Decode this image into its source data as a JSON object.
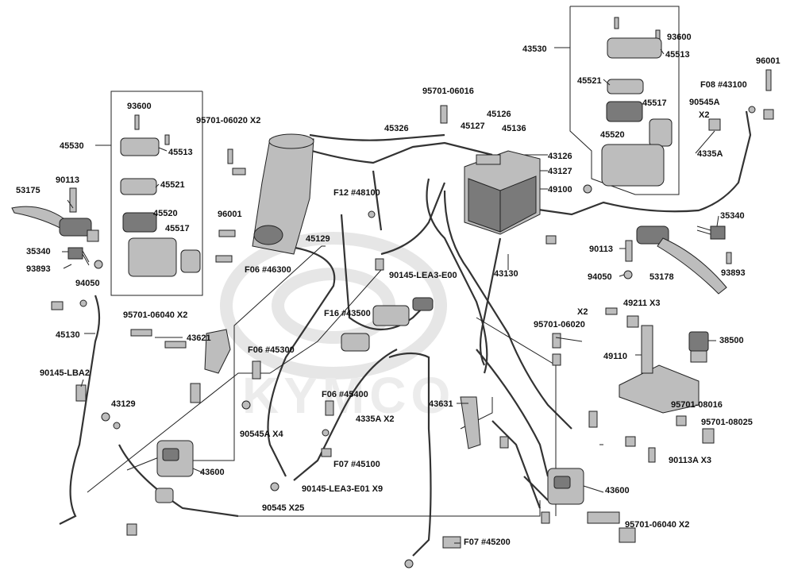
{
  "watermark": "KYMCO",
  "callouts": [
    {
      "id": "43530",
      "text": "43530"
    },
    {
      "id": "93600-r",
      "text": "93600"
    },
    {
      "id": "45513-r",
      "text": "45513"
    },
    {
      "id": "45521-r",
      "text": "45521"
    },
    {
      "id": "45517-r",
      "text": "45517"
    },
    {
      "id": "45520-r",
      "text": "45520"
    },
    {
      "id": "96001-r",
      "text": "96001"
    },
    {
      "id": "f08-43100",
      "text": "F08 #43100"
    },
    {
      "id": "90545a-x2-a",
      "text": "90545A"
    },
    {
      "id": "90545a-x2-b",
      "text": "X2"
    },
    {
      "id": "4335a-r",
      "text": "4335A"
    },
    {
      "id": "35340-r",
      "text": "35340"
    },
    {
      "id": "90113-r",
      "text": "90113"
    },
    {
      "id": "93893-r",
      "text": "93893"
    },
    {
      "id": "94050-r",
      "text": "94050"
    },
    {
      "id": "53178",
      "text": "53178"
    },
    {
      "id": "95701-06016",
      "text": "95701-06016"
    },
    {
      "id": "45126",
      "text": "45126"
    },
    {
      "id": "45127",
      "text": "45127"
    },
    {
      "id": "45136",
      "text": "45136"
    },
    {
      "id": "45326",
      "text": "45326"
    },
    {
      "id": "43126",
      "text": "43126"
    },
    {
      "id": "43127",
      "text": "43127"
    },
    {
      "id": "49100",
      "text": "49100"
    },
    {
      "id": "f12-48100",
      "text": "F12 #48100"
    },
    {
      "id": "43130",
      "text": "43130"
    },
    {
      "id": "93600-l",
      "text": "93600"
    },
    {
      "id": "45530",
      "text": "45530"
    },
    {
      "id": "45513-l",
      "text": "45513"
    },
    {
      "id": "45521-l",
      "text": "45521"
    },
    {
      "id": "45520-l",
      "text": "45520"
    },
    {
      "id": "45517-l",
      "text": "45517"
    },
    {
      "id": "95701-06020-x2",
      "text": "95701-06020 X2"
    },
    {
      "id": "53175",
      "text": "53175"
    },
    {
      "id": "90113-l",
      "text": "90113"
    },
    {
      "id": "35340-l",
      "text": "35340"
    },
    {
      "id": "93893-l",
      "text": "93893"
    },
    {
      "id": "94050-l",
      "text": "94050"
    },
    {
      "id": "96001-l",
      "text": "96001"
    },
    {
      "id": "45129",
      "text": "45129"
    },
    {
      "id": "f06-46300",
      "text": "F06 #46300"
    },
    {
      "id": "90145-lea3-e00",
      "text": "90145-LEA3-E00"
    },
    {
      "id": "45130",
      "text": "45130"
    },
    {
      "id": "95701-06040-x2-l",
      "text": "95701-06040 X2"
    },
    {
      "id": "f16-43500",
      "text": "F16 #43500"
    },
    {
      "id": "43621",
      "text": "43621"
    },
    {
      "id": "f06-45300",
      "text": "F06 #45300"
    },
    {
      "id": "90145-lba2",
      "text": "90145-LBA2"
    },
    {
      "id": "43129",
      "text": "43129"
    },
    {
      "id": "f06-45400",
      "text": "F06 #45400"
    },
    {
      "id": "4335a-x2",
      "text": "4335A X2"
    },
    {
      "id": "90545a-x4",
      "text": "90545A  X4"
    },
    {
      "id": "f07-45100",
      "text": "F07 #45100"
    },
    {
      "id": "43600-l",
      "text": "43600"
    },
    {
      "id": "90145-lea3-e01-x9",
      "text": "90145-LEA3-E01   X9"
    },
    {
      "id": "90545-x25",
      "text": "90545    X25"
    },
    {
      "id": "43631",
      "text": "43631"
    },
    {
      "id": "x2-mid",
      "text": "X2"
    },
    {
      "id": "95701-06020-m",
      "text": "95701-06020"
    },
    {
      "id": "49211-x3",
      "text": "49211   X3"
    },
    {
      "id": "49110",
      "text": "49110"
    },
    {
      "id": "38500",
      "text": "38500"
    },
    {
      "id": "95701-08016",
      "text": "95701-08016"
    },
    {
      "id": "95701-08025",
      "text": "95701-08025"
    },
    {
      "id": "90113a-x3",
      "text": "90113A   X3"
    },
    {
      "id": "43600-r",
      "text": "43600"
    },
    {
      "id": "95701-06040-x2-r",
      "text": "95701-06040 X2"
    },
    {
      "id": "f07-45200",
      "text": "F07 #45200"
    }
  ]
}
